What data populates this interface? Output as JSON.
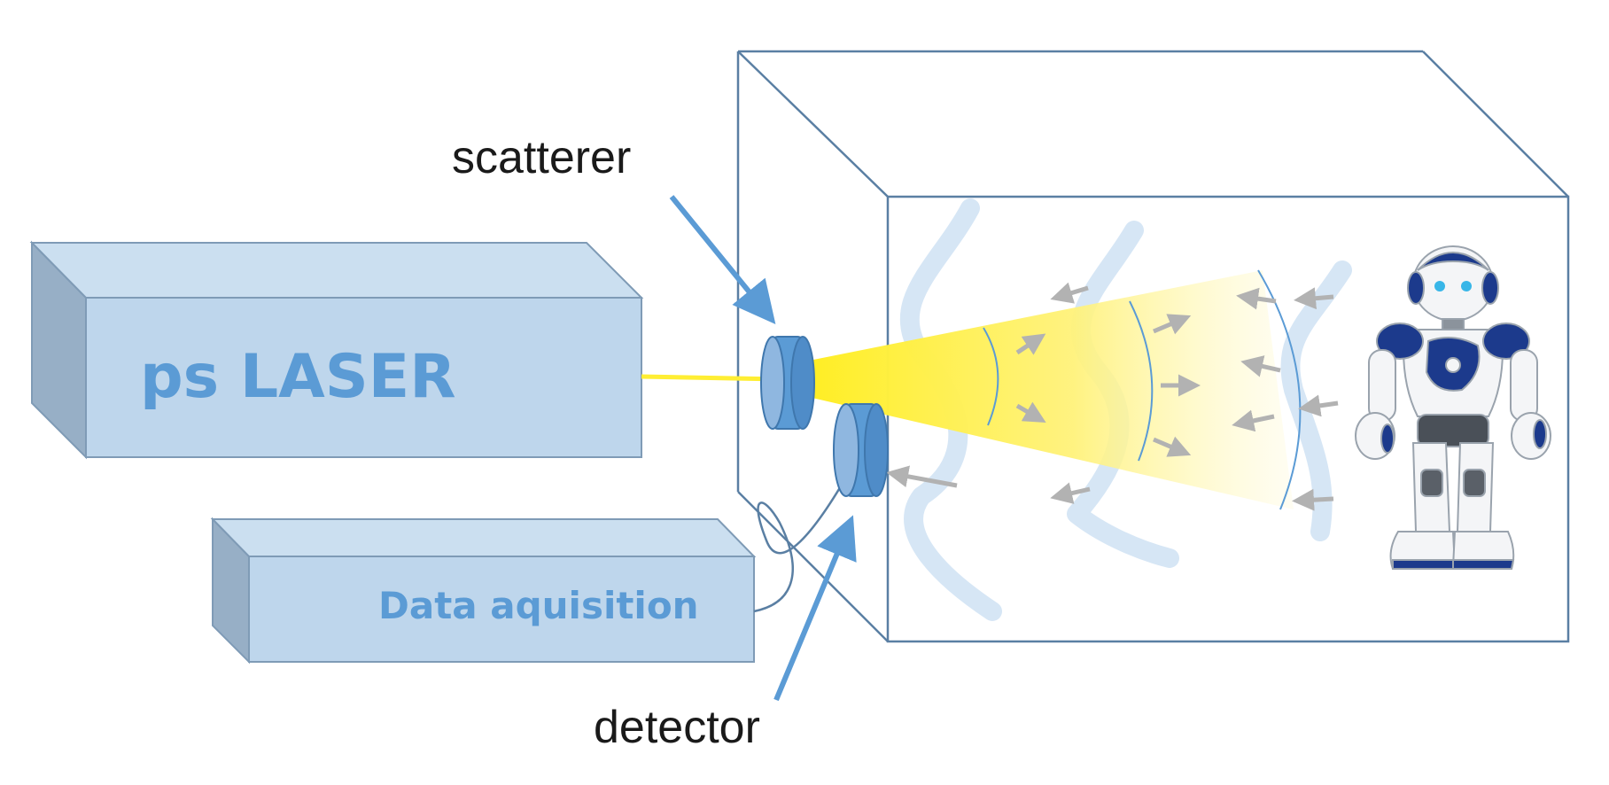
{
  "diagram": {
    "laser_label": "ps LASER",
    "daq_label": "Data aquisition",
    "scatterer_label": "scatterer",
    "detector_label": "detector"
  },
  "colors": {
    "box_fill": "#bed6ec",
    "box_side": "#97afc6",
    "box_stroke": "#7f9bb6",
    "chamber_stroke": "#5a7fa3",
    "beam": "#ffee33",
    "arrow_blue": "#5b9bd5",
    "wave_light": "#d6e6f5",
    "arrow_gray": "#b2b2b2",
    "robot_blue": "#1c3a8c"
  },
  "icons": [
    "robot-icon",
    "scatterer-icon",
    "detector-icon"
  ]
}
